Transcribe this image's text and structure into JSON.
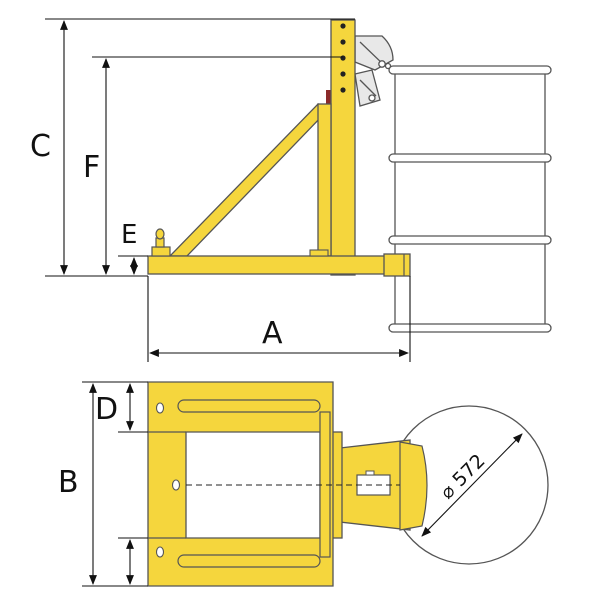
{
  "diagram": {
    "labels": {
      "a": "A",
      "b": "B",
      "c": "C",
      "d": "D",
      "e": "E",
      "f": "F",
      "diameter": "⌀ 572"
    },
    "colors": {
      "frame_fill": "#f5d63d",
      "outline": "#555555",
      "dim_line": "#111111",
      "drum_outline": "#555555"
    }
  }
}
